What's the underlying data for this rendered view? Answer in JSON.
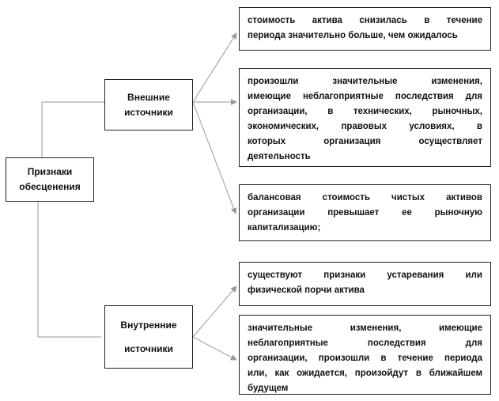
{
  "root": {
    "lines": [
      "Признаки",
      "обесценения"
    ]
  },
  "external": {
    "lines": [
      "Внешние",
      "источники"
    ]
  },
  "internal": {
    "lines": [
      "Внутренние",
      "источники"
    ]
  },
  "external_items": [
    {
      "lines": [
        "стоимость актива снизилась в течение",
        "периода значительно больше, чем ожидалось"
      ]
    },
    {
      "lines": [
        "произошли значительные изменения,",
        "имеющие неблагоприятные последствия для",
        "организации, в технических, рыночных,",
        "экономических, правовых условиях, в",
        "которых организация осуществляет",
        "деятельность"
      ]
    },
    {
      "lines": [
        "балансовая стоимость чистых активов",
        "организации превышает ее рыночную",
        "капитализацию;"
      ]
    }
  ],
  "internal_items": [
    {
      "lines": [
        "существуют признаки устаревания или",
        "физической порчи актива"
      ]
    },
    {
      "lines": [
        "значительные изменения, имеющие",
        "неблагоприятные последствия для",
        "организации, произошли в течение периода",
        "или, как ожидается, произойдут в ближайшем",
        "будущем"
      ]
    }
  ]
}
